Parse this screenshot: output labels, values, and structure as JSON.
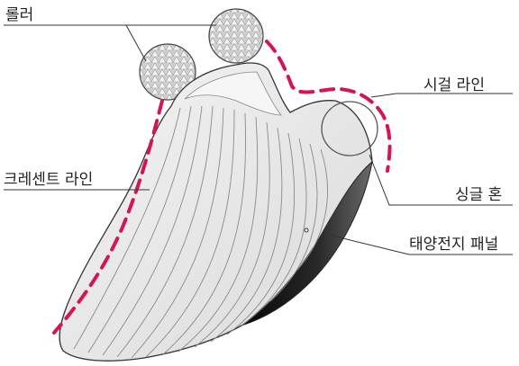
{
  "labels": {
    "roller": "롤러",
    "sigyeol_line": "시걸 라인",
    "crescent_line": "크레센트 라인",
    "single_horn": "싱글 혼",
    "solar_panel": "태양전지 패널"
  },
  "colors": {
    "accent_dashed": "#d4145a",
    "outline": "#333333",
    "body_fill": "#ececec",
    "panel_dark": "#1e1e1e",
    "roller_fill": "#d9d9d9"
  }
}
